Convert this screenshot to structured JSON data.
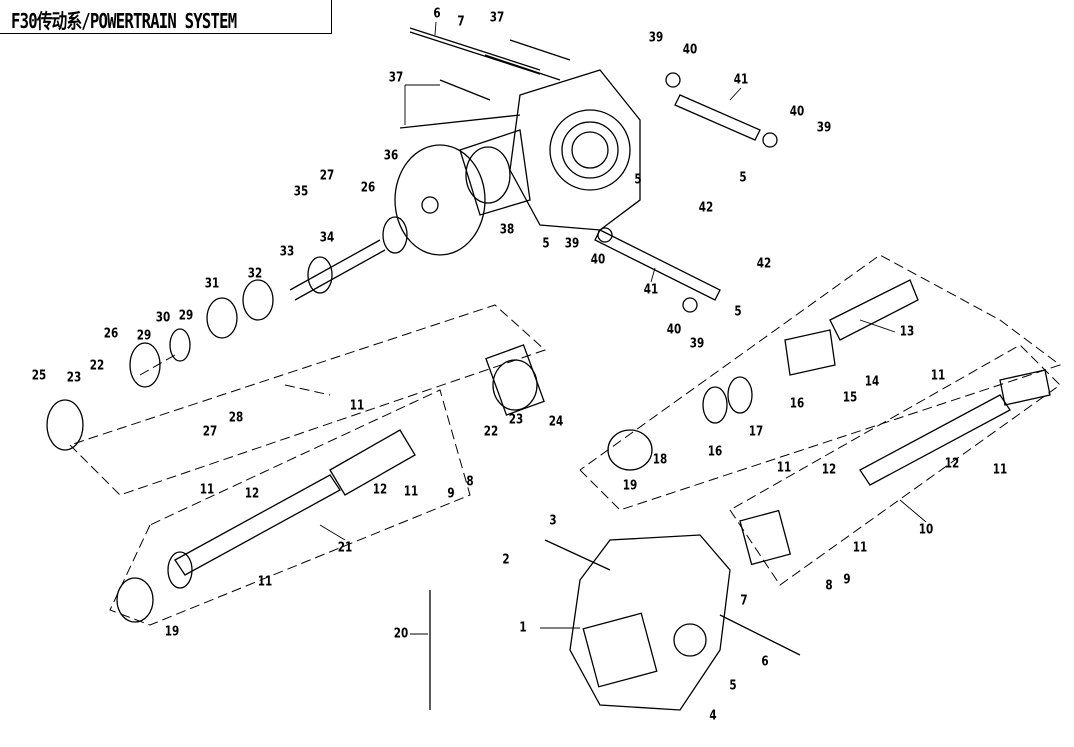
{
  "title": "F30传动系/POWERTRAIN SYSTEM",
  "callouts": [
    "6",
    "7",
    "37",
    "39",
    "40",
    "41",
    "37",
    "40",
    "39",
    "36",
    "5",
    "5",
    "27",
    "35",
    "26",
    "42",
    "38",
    "5",
    "39",
    "40",
    "34",
    "33",
    "42",
    "32",
    "31",
    "41",
    "5",
    "30",
    "29",
    "40",
    "13",
    "26",
    "29",
    "39",
    "22",
    "14",
    "25",
    "23",
    "15",
    "16",
    "11",
    "27",
    "28",
    "11",
    "22",
    "23",
    "24",
    "17",
    "16",
    "18",
    "19",
    "12",
    "11",
    "9",
    "8",
    "11",
    "12",
    "12",
    "11",
    "11",
    "12",
    "21",
    "3",
    "10",
    "11",
    "2",
    "11",
    "8",
    "9",
    "7",
    "19",
    "20",
    "1",
    "6",
    "5",
    "4"
  ]
}
